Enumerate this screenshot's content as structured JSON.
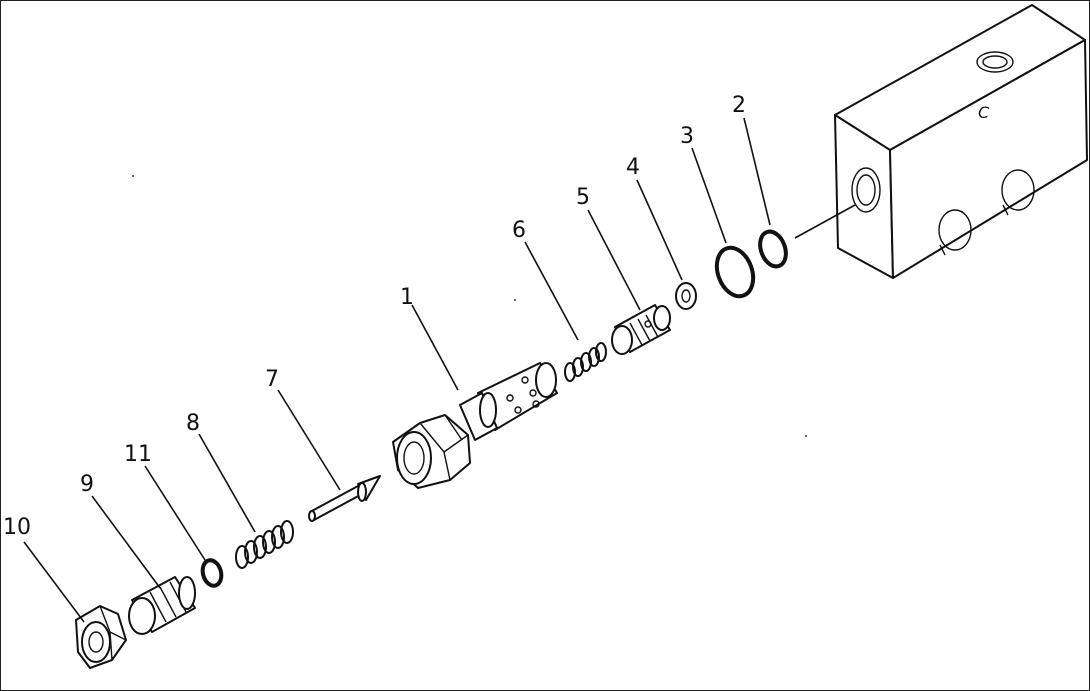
{
  "diagram": {
    "block_marking": "C",
    "callouts": [
      {
        "id": "callout-1",
        "text": "1"
      },
      {
        "id": "callout-2",
        "text": "2"
      },
      {
        "id": "callout-3",
        "text": "3"
      },
      {
        "id": "callout-4",
        "text": "4"
      },
      {
        "id": "callout-5",
        "text": "5"
      },
      {
        "id": "callout-6",
        "text": "6"
      },
      {
        "id": "callout-7",
        "text": "7"
      },
      {
        "id": "callout-8",
        "text": "8"
      },
      {
        "id": "callout-9",
        "text": "9"
      },
      {
        "id": "callout-10",
        "text": "10"
      },
      {
        "id": "callout-11",
        "text": "11"
      }
    ]
  }
}
